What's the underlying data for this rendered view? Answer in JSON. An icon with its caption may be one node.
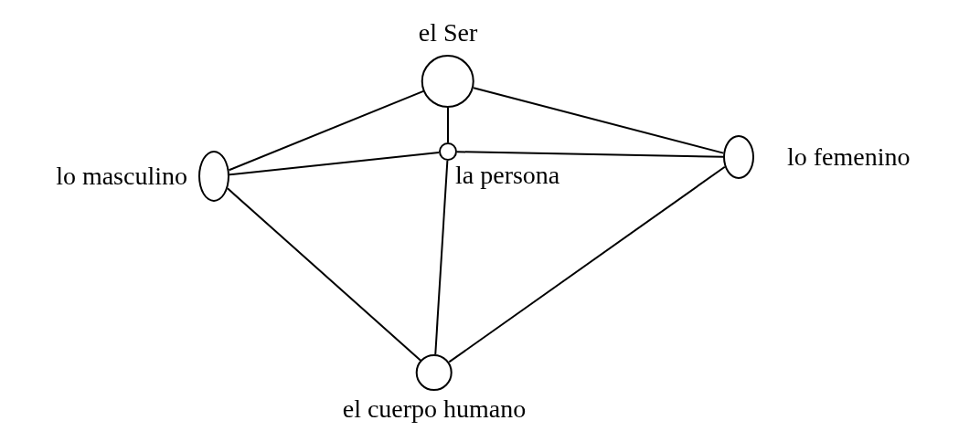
{
  "diagram": {
    "nodes": [
      {
        "text": [
          "el Ser"
        ]
      },
      {
        "text": [
          "la persona"
        ]
      },
      {
        "text": [
          "lo masculino"
        ]
      },
      {
        "text": [
          "lo femenino"
        ]
      },
      {
        "text": [
          "el cuerpo humano"
        ]
      }
    ],
    "edges": [
      {
        "from": 0,
        "to": 2,
        "arrow": "none"
      },
      {
        "from": 0,
        "to": 3,
        "arrow": "none"
      },
      {
        "from": 0,
        "to": 1,
        "arrow": "none"
      },
      {
        "from": 1,
        "to": 2,
        "arrow": "none"
      },
      {
        "from": 1,
        "to": 3,
        "arrow": "none"
      },
      {
        "from": 1,
        "to": 4,
        "arrow": "none"
      },
      {
        "from": 2,
        "to": 4,
        "arrow": "none"
      },
      {
        "from": 3,
        "to": 4,
        "arrow": "none"
      }
    ]
  }
}
